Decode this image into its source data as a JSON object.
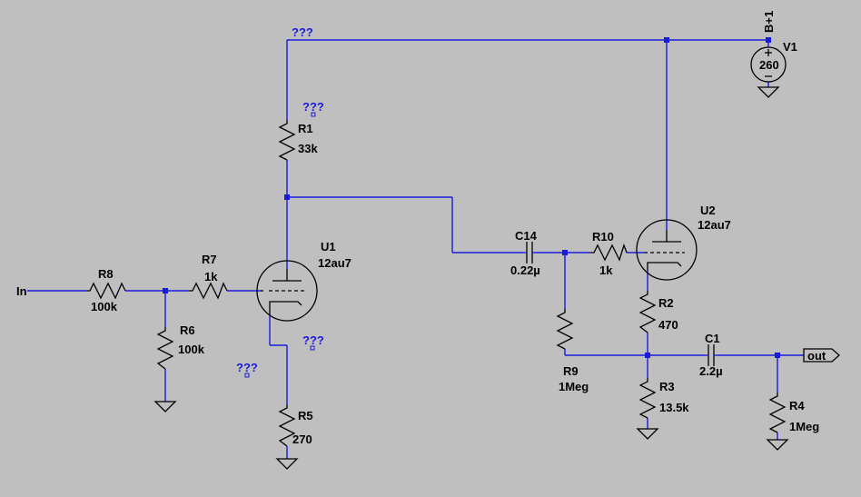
{
  "schematic": {
    "net_labels": {
      "input": "In",
      "output": "out",
      "supply": "B+1"
    },
    "unknown_marker": "???",
    "sources": {
      "V1": {
        "ref": "V1",
        "value": "260"
      }
    },
    "tubes": {
      "U1": {
        "ref": "U1",
        "model": "12au7"
      },
      "U2": {
        "ref": "U2",
        "model": "12au7"
      }
    },
    "resistors": {
      "R1": {
        "ref": "R1",
        "value": "33k"
      },
      "R2": {
        "ref": "R2",
        "value": "470"
      },
      "R3": {
        "ref": "R3",
        "value": "13.5k"
      },
      "R4": {
        "ref": "R4",
        "value": "1Meg"
      },
      "R5": {
        "ref": "R5",
        "value": "270"
      },
      "R6": {
        "ref": "R6",
        "value": "100k"
      },
      "R7": {
        "ref": "R7",
        "value": "1k"
      },
      "R8": {
        "ref": "R8",
        "value": "100k"
      },
      "R9": {
        "ref": "R9",
        "value": "1Meg"
      },
      "R10": {
        "ref": "R10",
        "value": "1k"
      }
    },
    "capacitors": {
      "C14": {
        "ref": "C14",
        "value": "0.22µ"
      },
      "C1": {
        "ref": "C1",
        "value": "2.2µ"
      }
    }
  }
}
